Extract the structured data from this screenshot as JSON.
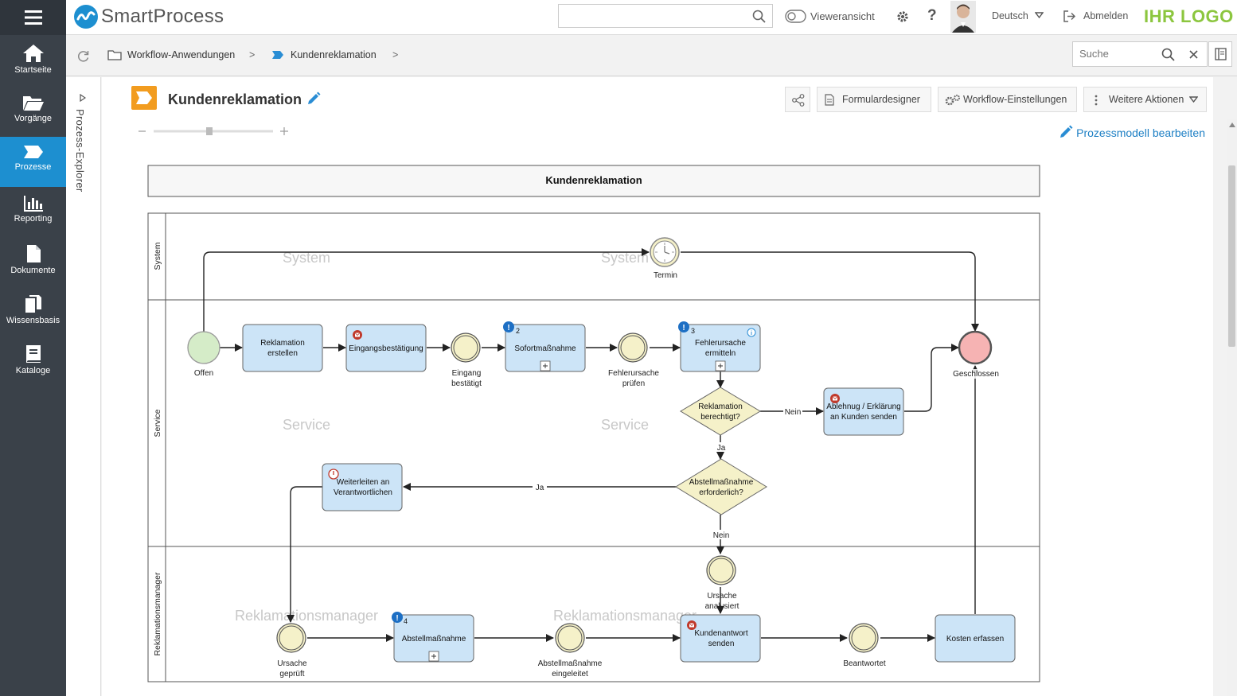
{
  "app": {
    "name": "SmartProcess",
    "brand": "IHR LOGO"
  },
  "sidebar": {
    "items": [
      {
        "label": "Startseite"
      },
      {
        "label": "Vorgänge"
      },
      {
        "label": "Prozesse"
      },
      {
        "label": "Reporting"
      },
      {
        "label": "Dokumente"
      },
      {
        "label": "Wissensbasis"
      },
      {
        "label": "Kataloge"
      }
    ],
    "active": "Prozesse"
  },
  "topbar": {
    "search_value": "",
    "viewer_toggle_label": "Vieweransicht",
    "language": "Deutsch",
    "logout_label": "Abmelden"
  },
  "breadcrumb": {
    "items": [
      "Workflow-Anwendungen",
      "Kundenreklamation"
    ],
    "search_placeholder": "Suche"
  },
  "explorer": {
    "label": "Prozess-Explorer"
  },
  "page": {
    "title": "Kundenreklamation",
    "buttons": {
      "formdesigner": "Formulardesigner",
      "settings": "Workflow-Einstellungen",
      "more": "Weitere Aktionen"
    },
    "edit_model": "Prozessmodell bearbeiten"
  },
  "diagram": {
    "title": "Kundenreklamation",
    "lanes": [
      "System",
      "Service",
      "Reklamationsmanager"
    ],
    "watermarks": [
      "System",
      "System",
      "Service",
      "Service",
      "Reklamationsmanager",
      "Reklamationsmanager"
    ],
    "nodes": {
      "termin": "Termin",
      "offen": "Offen",
      "reklamation_erstellen": [
        "Reklamation",
        "erstellen"
      ],
      "eingangsbestaetigung": "Eingangsbestätigung",
      "eingang_bestaetigt": [
        "Eingang",
        "bestätigt"
      ],
      "sofortmassnahme": "Sofortmaßnahme",
      "sofort_num": "2",
      "fehlerursache_pruefen": [
        "Fehlerursache",
        "prüfen"
      ],
      "fehlerursache_ermitteln": [
        "Fehlerursache",
        "ermitteln"
      ],
      "fehler_num": "3",
      "geschlossen": "Geschlossen",
      "reklamation_berechtigt": [
        "Reklamation",
        "berechtigt?"
      ],
      "ablehnung": [
        "Ablehnug / Erklärung",
        "an Kunden senden"
      ],
      "abstellmassnahme_erforderlich": [
        "Abstellmaßnahme",
        "erforderlich?"
      ],
      "weiterleiten": [
        "Weiterleiten an",
        "Verantwortlichen"
      ],
      "ursache_analysiert": [
        "Ursache",
        "analysiert"
      ],
      "ursache_geprueft": [
        "Ursache",
        "geprüft"
      ],
      "abstellmassnahme": "Abstellmaßnahme",
      "abstell_num": "4",
      "abstellmassnahme_eingeleitet": [
        "Abstellmaßnahme",
        "eingeleitet"
      ],
      "kundenantwort": [
        "Kundenantwort",
        "senden"
      ],
      "beantwortet": "Beantwortet",
      "kosten_erfassen": "Kosten erfassen"
    },
    "flow_labels": {
      "nein1": "Nein",
      "ja1": "Ja",
      "ja2": "Ja",
      "nein2": "Nein"
    }
  },
  "colors": {
    "sidebar": "#3a4149",
    "active": "#1d8fd0",
    "task_fill": "#cce4f7",
    "event_fill": "#f5f1c9",
    "start_fill": "#d5ecc8",
    "end_fill": "#f6b3b3",
    "brand": "#8cc63f"
  }
}
